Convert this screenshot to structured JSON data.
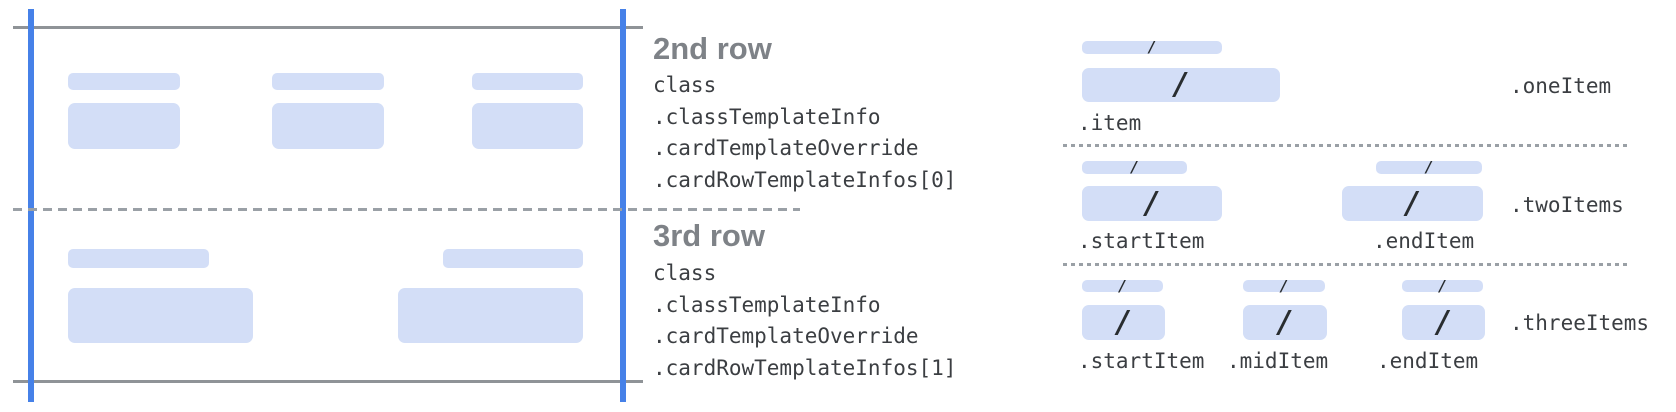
{
  "colors": {
    "bar_fill": "#d3def7",
    "guide_blue": "#4681e8",
    "frame_gray": "#8f9397",
    "dash_gray": "#9aa0a6",
    "heading_gray": "#7e8287",
    "code_text": "#3b3e42",
    "slash_glyph": "#292d30",
    "background": "#ffffff"
  },
  "card": {
    "rows": [
      {
        "heading": "2nd row",
        "code_lines": [
          "class",
          ".classTemplateInfo",
          ".cardTemplateOverride",
          ".cardRowTemplateInfos[0]"
        ],
        "column_count": 3
      },
      {
        "heading": "3rd row",
        "code_lines": [
          "class",
          ".classTemplateInfo",
          ".cardTemplateOverride",
          ".cardRowTemplateInfos[1]"
        ],
        "column_count": 2
      }
    ]
  },
  "right": {
    "slash": "/",
    "sections": [
      {
        "name": ".oneItem",
        "item_labels": [
          ".item"
        ]
      },
      {
        "name": ".twoItems",
        "item_labels": [
          ".startItem",
          ".endItem"
        ]
      },
      {
        "name": ".threeItems",
        "item_labels": [
          ".startItem",
          ".midItem",
          ".endItem"
        ]
      }
    ]
  }
}
